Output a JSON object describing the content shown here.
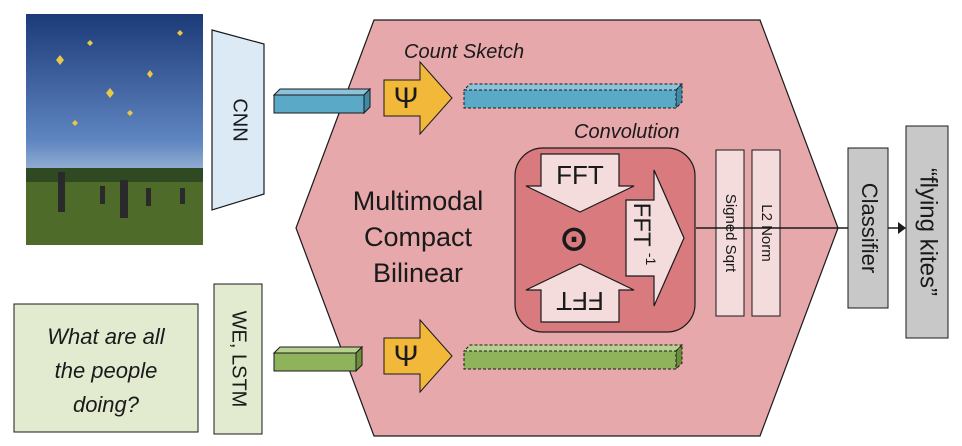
{
  "image": {
    "description": ""
  },
  "cnn": {
    "label": "CNN"
  },
  "we_lstm": {
    "label": "WE, LSTM"
  },
  "question": {
    "lines": [
      "What are all",
      "the people",
      "doing?"
    ]
  },
  "count_sketch": {
    "label": "Count Sketch"
  },
  "psi_symbol": "Ψ",
  "convolution": {
    "label": "Convolution"
  },
  "fft": {
    "top": "FFT",
    "bottom": "FFT",
    "inverse": "FFT",
    "inverse_sup": "-1",
    "product_symbol": "⊙"
  },
  "mcb": {
    "lines": [
      "Multimodal",
      "Compact",
      "Bilinear"
    ]
  },
  "signed_sqrt": {
    "label": "Signed Sqrt"
  },
  "l2_norm": {
    "label": "L2 Norm"
  },
  "classifier": {
    "label": "Classifier"
  },
  "answer": {
    "label": "“flying kites”"
  },
  "colors": {
    "hexagon": "#e6a8ab",
    "conv_box": "#d87a7e",
    "psi_arrow": "#f2b83a",
    "cnn_box": "#dbeaf5",
    "blue_bar": "#5aa9c7",
    "green_bar": "#8fb35a",
    "green_box": "#e2ead0",
    "gray_box": "#c8c8c8",
    "pink_box": "#f4dbdc"
  }
}
